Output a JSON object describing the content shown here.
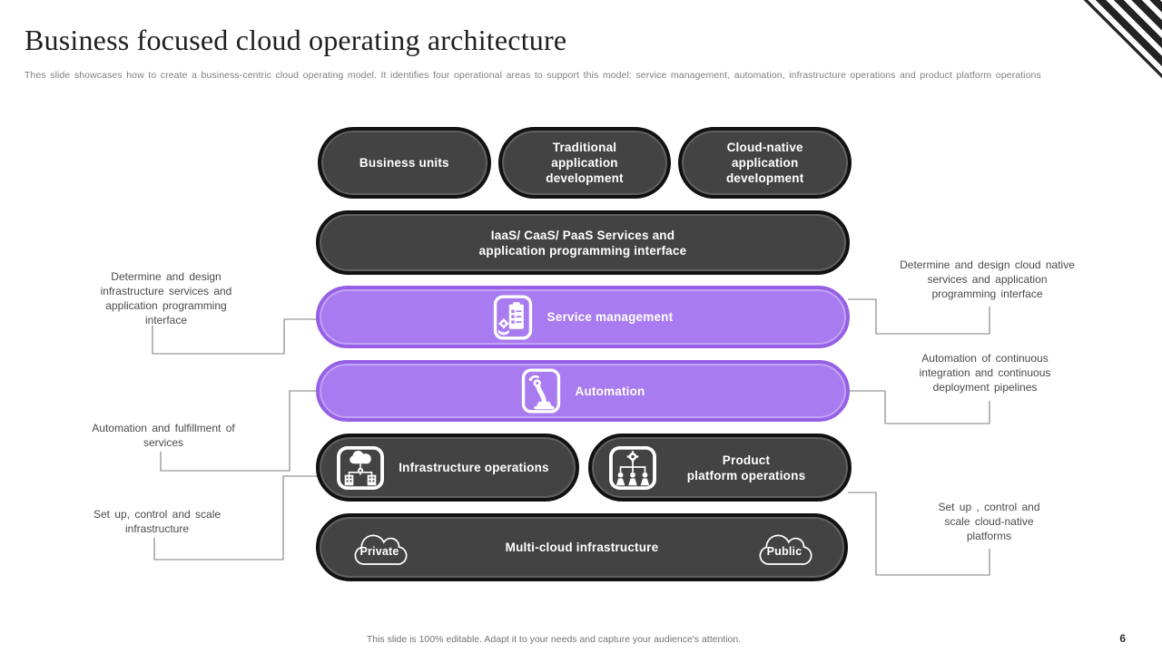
{
  "header": {
    "title": "Business focused cloud operating architecture",
    "subtitle": "Thes slide showcases how to create a business-centric cloud operating model. It identifies four operational areas to support this model:  service management, automation, infrastructure operations and product platform operations"
  },
  "pills": {
    "business_units": "Business units",
    "traditional_app_dev": "Traditional\napplication\ndevelopment",
    "cloud_native_app_dev": "Cloud-native\napplication\ndevelopment",
    "iaas_services": "IaaS/ CaaS/ PaaS Services and\napplication programming  interface",
    "service_management": "Service management",
    "automation": "Automation",
    "infrastructure_operations": "Infrastructure operations",
    "product_platform_operations": "Product\nplatform operations",
    "multi_cloud_infrastructure": "Multi-cloud infrastructure",
    "private_cloud": "Private",
    "public_cloud": "Public"
  },
  "annotations": {
    "left": [
      "Determine and design infrastructure services and application programming interface",
      "Automation and fulfillment of services",
      "Set up, control and scale infrastructure"
    ],
    "right": [
      "Determine and design cloud native services and application programming interface",
      "Automation of continuous integration and continuous deployment pipelines",
      "Set up , control and scale cloud-native platforms"
    ]
  },
  "footer": {
    "note": "This slide is 100% editable. Adapt it to your needs and capture your audience's attention.",
    "page_number": "6"
  },
  "icons": {
    "service_management": "clipboard-gear-hand-icon",
    "automation": "robot-arm-icon",
    "infrastructure_operations": "cloud-buildings-icon",
    "product_platform_operations": "gear-orgchart-icon",
    "private": "cloud-outline-icon",
    "public": "cloud-outline-icon"
  },
  "colors": {
    "accent_purple_fill": "#a87bf0",
    "accent_purple_border": "#9660e6",
    "dark_fill": "#434343",
    "dark_border": "#121212",
    "connector_gray": "#7f7f7f",
    "annotation_text": "#4a4a4a"
  }
}
